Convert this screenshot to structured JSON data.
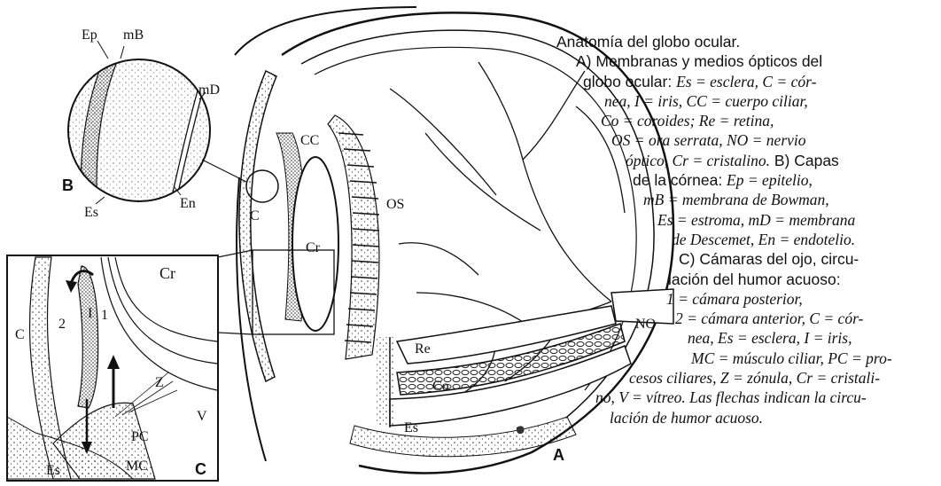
{
  "caption": {
    "lines": [
      {
        "a": "Anatomía del globo ocular.",
        "b": ""
      },
      {
        "a": "A) Membranas y medios ópticos del",
        "b": ""
      },
      {
        "a": "globo ocular: ",
        "b": "Es = esclera, C = cór-"
      },
      {
        "a": "",
        "b": "nea, I = iris, CC = cuerpo ciliar,"
      },
      {
        "a": "",
        "b": "Co = coroides; Re = retina,"
      },
      {
        "a": "",
        "b": "OS = ora serrata, NO = nervio"
      },
      {
        "a": "",
        "b": "óptico, Cr = cristalino."
      },
      {
        "a": "de la córnea: ",
        "b": "Ep = epitelio,"
      },
      {
        "a": "",
        "b": "mB = membrana de Bowman,"
      },
      {
        "a": "",
        "b": "Es = estroma, mD = membrana"
      },
      {
        "a": "",
        "b": "de Descemet, En = endotelio."
      },
      {
        "a": "C) Cámaras del ojo, circu-",
        "b": ""
      },
      {
        "a": "lación del humor acuoso:",
        "b": ""
      },
      {
        "a": "",
        "b": "1 = cámara posterior,"
      },
      {
        "a": "",
        "b": "2 = cámara anterior, C = cór-"
      },
      {
        "a": "",
        "b": "nea, Es = esclera, I = iris,"
      },
      {
        "a": "",
        "b": "MC = músculo ciliar, PC = pro-"
      },
      {
        "a": "",
        "b": "cesos ciliares, Z = zónula, Cr = cristali-"
      },
      {
        "a": "",
        "b": "no, V = vítreo. Las flechas indican la circu-"
      },
      {
        "a": "",
        "b": "lación de humor acuoso."
      }
    ],
    "capas": "B) Capas"
  },
  "labels": {
    "ep": "Ep",
    "mB": "mB",
    "mD": "mD",
    "B": "B",
    "Es_B": "Es",
    "En": "En",
    "CC": "CC",
    "OS": "OS",
    "C_A": "C",
    "Cr_A": "Cr",
    "Re": "Re",
    "Co": "Co",
    "NO": "NO",
    "Es_A": "Es",
    "A": "A",
    "Cr_C": "Cr",
    "C_C": "C",
    "two": "2",
    "one": "1",
    "I_C": "I",
    "Z": "Z",
    "V": "V",
    "PC": "PC",
    "Es_C": "Es",
    "MC": "MC",
    "C_panel": "C"
  }
}
